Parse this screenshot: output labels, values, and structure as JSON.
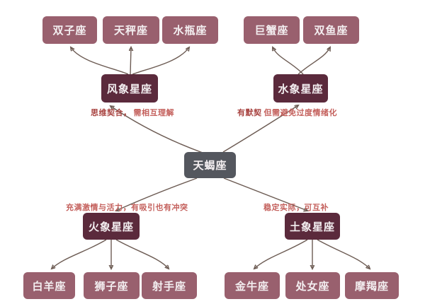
{
  "diagram": {
    "type": "mindmap",
    "center_label": "天蝎座",
    "groups": [
      {
        "label": "风象星座",
        "note_prefix": "思维契合，",
        "note": "需相互理解",
        "children": [
          "双子座",
          "天秤座",
          "水瓶座"
        ]
      },
      {
        "label": "水象星座",
        "note_prefix": "有默契",
        "note": "但需避免过度情绪化",
        "children": [
          "巨蟹座",
          "双鱼座"
        ]
      },
      {
        "label": "火象星座",
        "note_prefix": "",
        "note": "充满激情与活力，有吸引也有冲突",
        "children": [
          "白羊座",
          "狮子座",
          "射手座"
        ]
      },
      {
        "label": "土象星座",
        "note_prefix": "",
        "note": "稳定实际，可互补",
        "children": [
          "金牛座",
          "处女座",
          "摩羯座"
        ]
      }
    ],
    "colors": {
      "leaf_node": "#99606e",
      "category_node": "#5b2a3c",
      "center_node": "#54575e",
      "edge_line": "#6d5c54",
      "note_text": "#c4605c",
      "note_text_dark": "#a84340",
      "node_text": "#f3eef0",
      "background": "#ffffff"
    }
  }
}
